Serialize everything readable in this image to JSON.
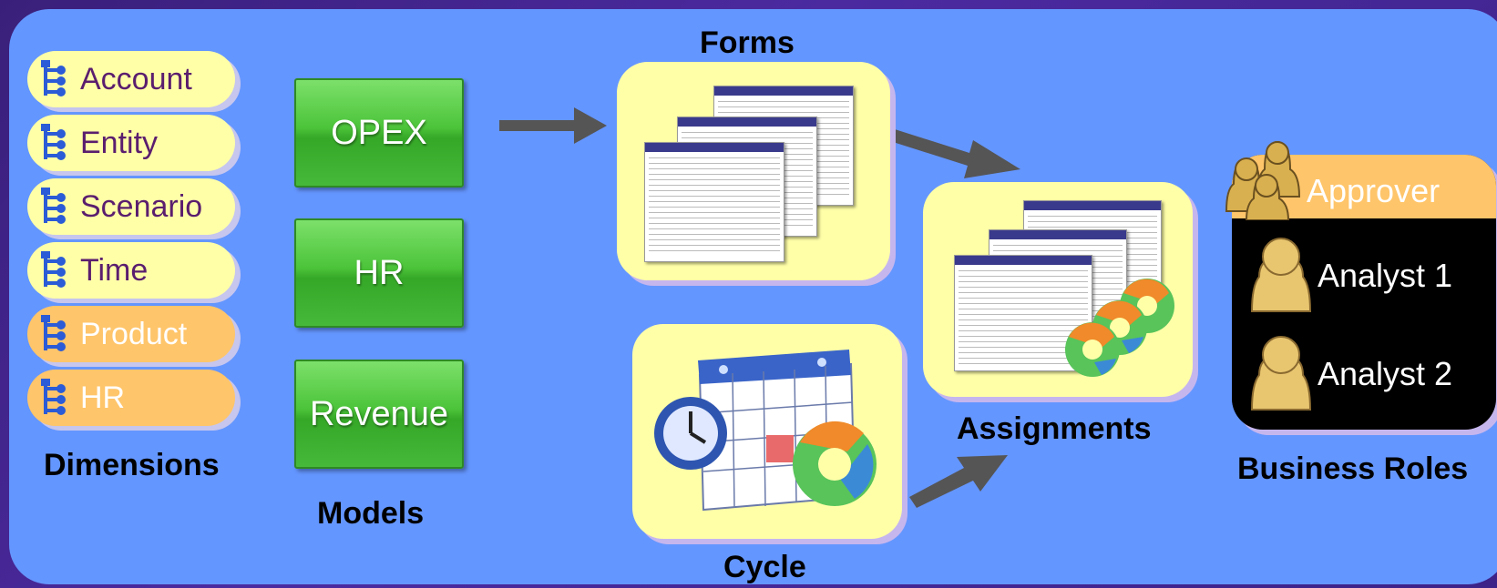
{
  "dimensions": {
    "caption": "Dimensions",
    "items": [
      {
        "label": "Account"
      },
      {
        "label": "Entity"
      },
      {
        "label": "Scenario"
      },
      {
        "label": "Time"
      },
      {
        "label": "Product"
      },
      {
        "label": "HR"
      }
    ]
  },
  "models": {
    "caption": "Models",
    "items": [
      {
        "label": "OPEX"
      },
      {
        "label": "HR"
      },
      {
        "label": "Revenue"
      }
    ]
  },
  "forms": {
    "caption": "Forms",
    "sheet_title": "AdventureWorks"
  },
  "cycle": {
    "caption": "Cycle"
  },
  "assignments": {
    "caption": "Assignments"
  },
  "business_roles": {
    "caption": "Business Roles",
    "roles": [
      {
        "label": "Approver"
      },
      {
        "label": "Analyst 1"
      },
      {
        "label": "Analyst 2"
      }
    ]
  },
  "colors": {
    "canvas": "#6496ff",
    "pill_yellow": "#ffffa8",
    "pill_orange": "#ffc56a",
    "model_green": "#4cc43a",
    "arrow_gray": "#555555"
  },
  "icons": [
    "hierarchy-icon",
    "calendar-icon",
    "clock-icon",
    "cycle-arrows-icon",
    "person-icon",
    "group-icon"
  ]
}
